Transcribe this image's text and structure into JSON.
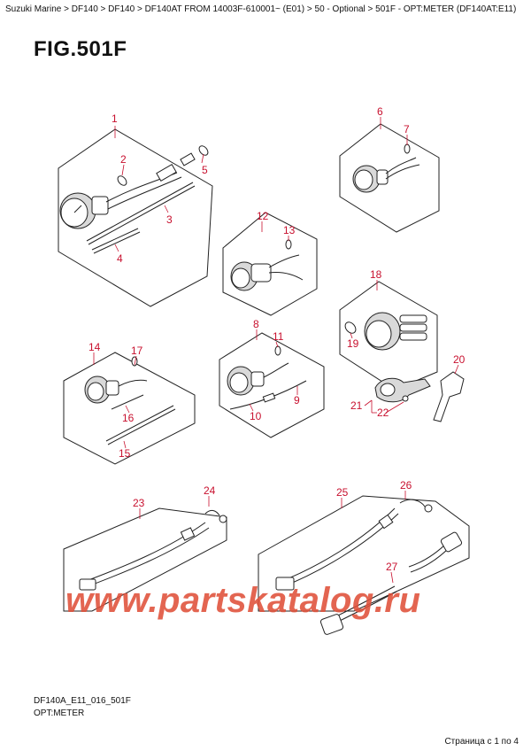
{
  "breadcrumb": "Suzuki Marine > DF140 > DF140 > DF140AT FROM 14003F-610001~ (E01) > 50 - Optional > 501F - OPT:METER (DF140AT:E11)",
  "figure_title": "FIG.501F",
  "callouts": {
    "c1": "1",
    "c2": "2",
    "c3": "3",
    "c4": "4",
    "c5": "5",
    "c6": "6",
    "c7": "7",
    "c8": "8",
    "c9": "9",
    "c10": "10",
    "c11": "11",
    "c12": "12",
    "c13": "13",
    "c14": "14",
    "c15": "15",
    "c16": "16",
    "c17": "17",
    "c18": "18",
    "c19": "19",
    "c20": "20",
    "c21": "21",
    "c22": "22",
    "c23": "23",
    "c24": "24",
    "c25": "25",
    "c26": "26",
    "c27": "27"
  },
  "watermark": "www.partskatalog.ru",
  "footer": {
    "code": "DF140A_E11_016_501F",
    "caption": "OPT:METER",
    "page_info": "Страница с 1 по 4"
  },
  "colors": {
    "callout": "#c8102e",
    "watermark": "#e0503a"
  }
}
